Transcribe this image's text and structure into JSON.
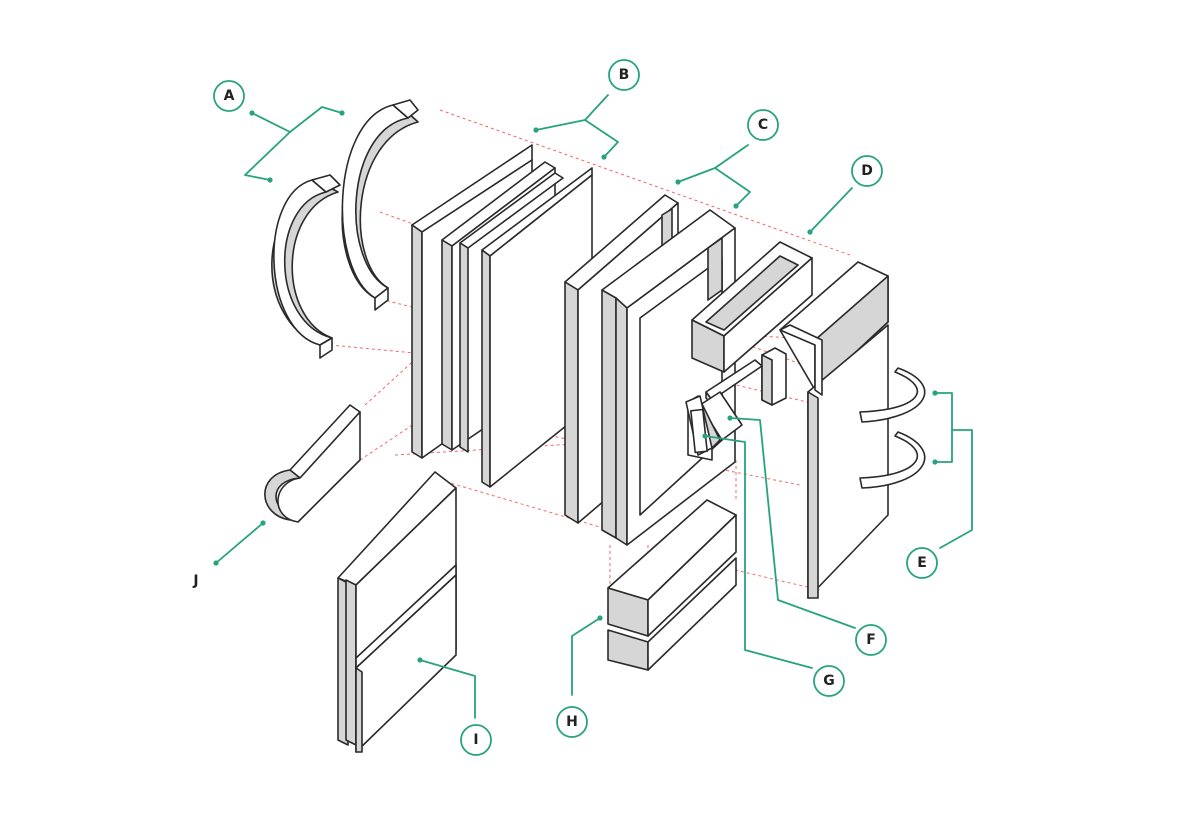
{
  "colors": {
    "accent": "#27a37f",
    "guide_line": "#ef5a5a",
    "outline": "#2a2a2a",
    "side_face": "#d6d6d6",
    "background": "#ffffff"
  },
  "callouts": {
    "a": "A",
    "b": "B",
    "c": "C",
    "d": "D",
    "e": "E",
    "f": "F",
    "g": "G",
    "h": "H",
    "i": "I",
    "j": "J"
  }
}
